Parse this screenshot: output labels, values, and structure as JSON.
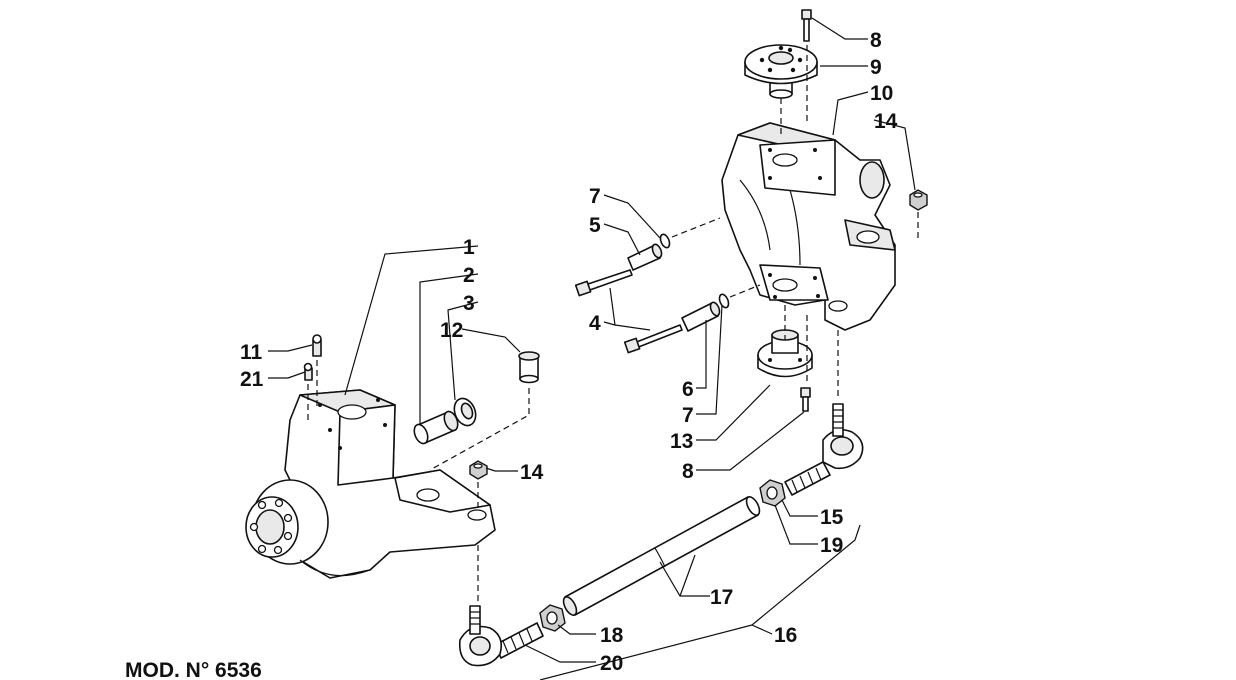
{
  "model_label": "MOD. N° 6536",
  "callouts": {
    "c1": "1",
    "c2": "2",
    "c3": "3",
    "c4": "4",
    "c5": "5",
    "c6": "6",
    "c7a": "7",
    "c7b": "7",
    "c8a": "8",
    "c8b": "8",
    "c9": "9",
    "c10": "10",
    "c11": "11",
    "c12": "12",
    "c13": "13",
    "c14a": "14",
    "c14b": "14",
    "c15": "15",
    "c16": "16",
    "c17": "17",
    "c18": "18",
    "c19": "19",
    "c20": "20",
    "c21": "21"
  }
}
